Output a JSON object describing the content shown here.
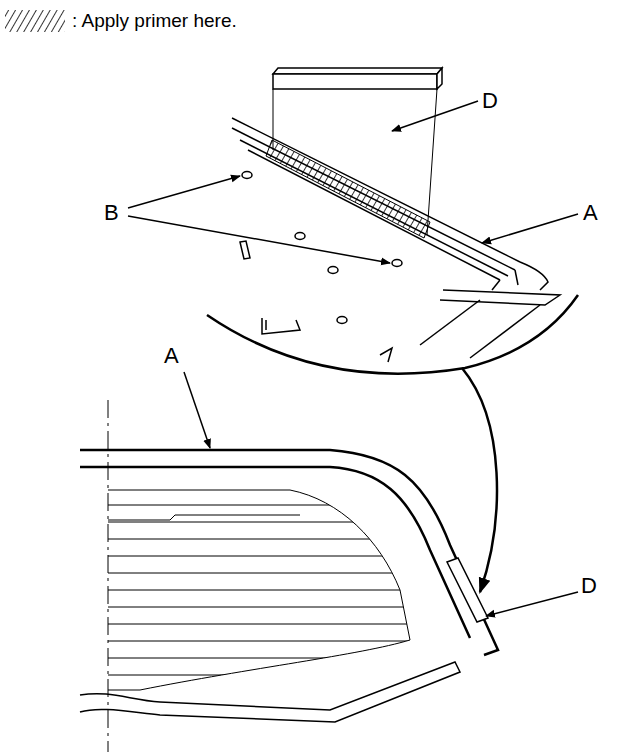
{
  "diagram": {
    "labels": [
      "D",
      "B",
      "A",
      "A",
      "D"
    ],
    "legend": [
      {
        "text": ": Apply primer here."
      }
    ]
  }
}
